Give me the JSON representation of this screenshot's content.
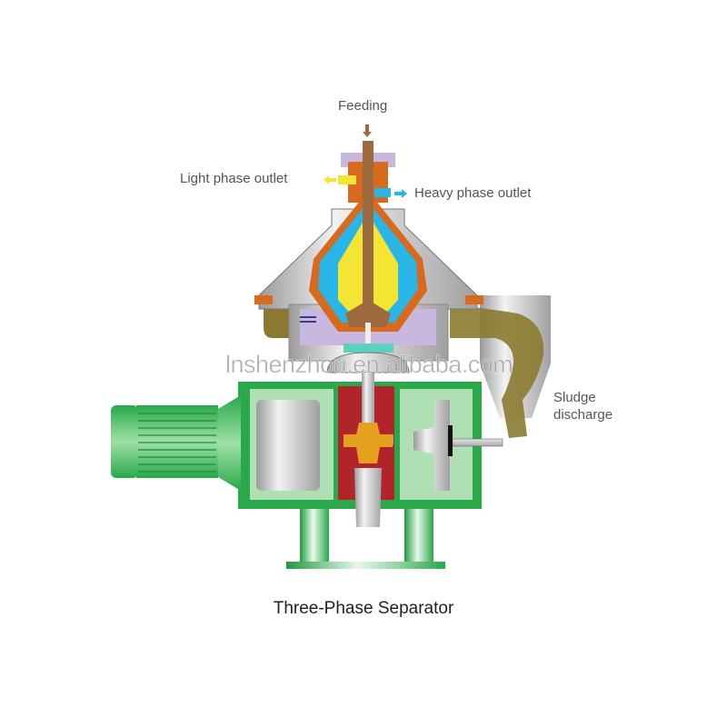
{
  "diagram": {
    "title": "Three-Phase Separator",
    "watermark": "lnshenzhou.en.alibaba.com",
    "labels": {
      "feeding": "Feeding",
      "light_phase_outlet": "Light phase outlet",
      "heavy_phase_outlet": "Heavy phase outlet",
      "sludge_line1": "Sludge",
      "sludge_line2": "discharge"
    },
    "colors": {
      "feed_brown": "#9c6a3c",
      "bowl_orange": "#d86a1e",
      "light_phase_yellow": "#f4e433",
      "heavy_phase_blue": "#29b5e8",
      "frame_green": "#2aa84a",
      "frame_light_green": "#aee0b4",
      "gear_red": "#b0242a",
      "gear_orange": "#e5a020",
      "sludge_olive": "#8a7a30",
      "cover_grey": "#cfcfcf",
      "lilac": "#c8b8e0",
      "teal": "#5ccfc0"
    }
  }
}
